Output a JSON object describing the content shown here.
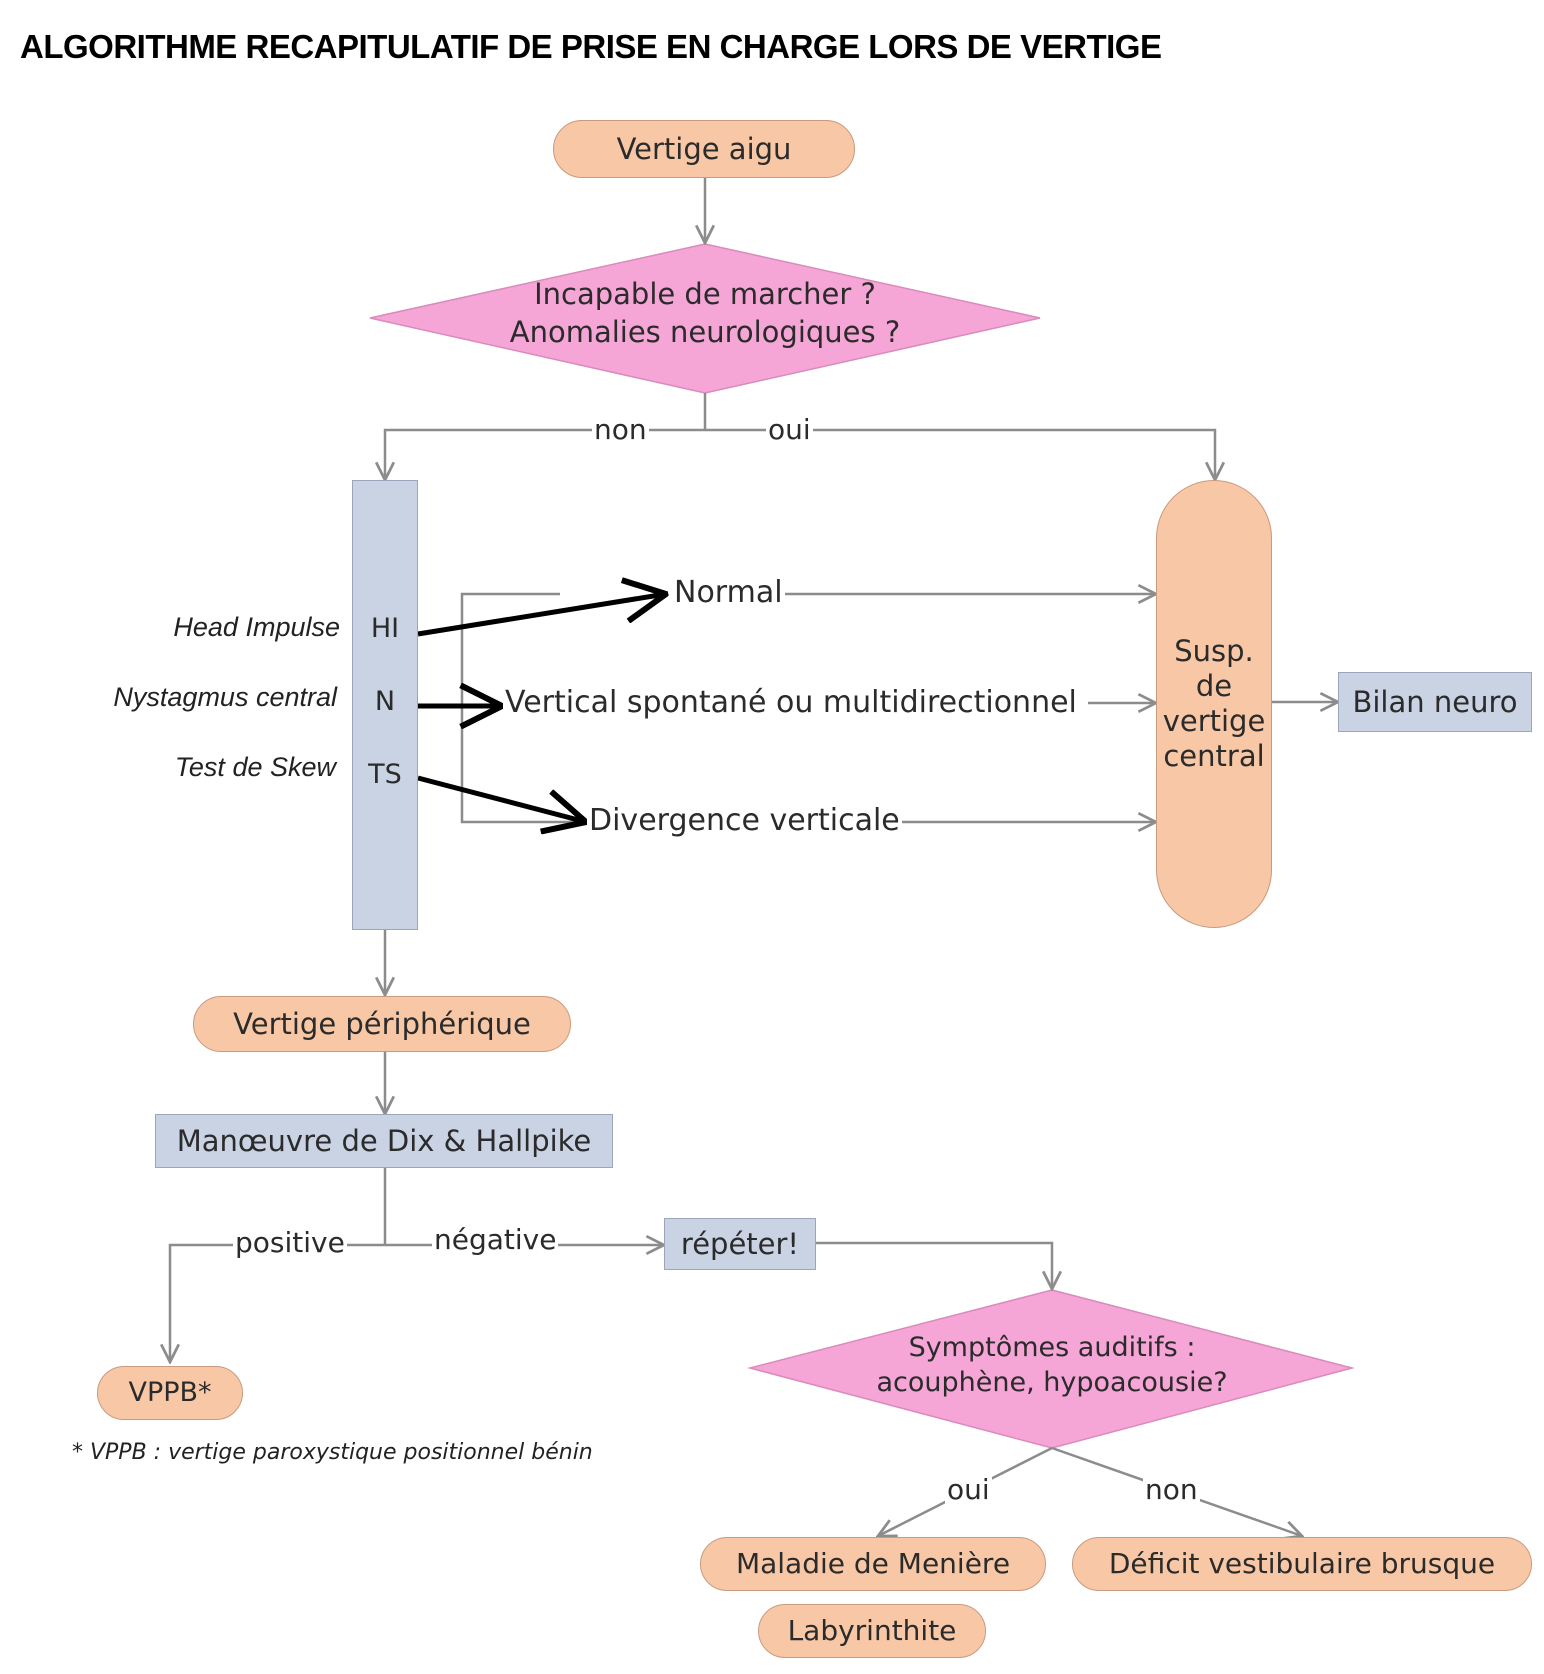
{
  "title": "ALGORITHME RECAPITULATIF DE PRISE EN CHARGE LORS DE VERTIGE",
  "nodes": {
    "start": "Vertige aigu",
    "q1_line1": "Incapable de marcher ?",
    "q1_line2": "Anomalies neurologiques ?",
    "hints": {
      "hi": "HI",
      "n": "N",
      "ts": "TS"
    },
    "central": "Susp. de vertige central",
    "bilan": "Bilan neuro",
    "peripheral": "Vertige périphérique",
    "dix": "Manœuvre de Dix & Hallpike",
    "repeat": "répéter!",
    "vppb": "VPPB*",
    "q2_line1": "Symptômes auditifs :",
    "q2_line2": "acouphène, hypoacousie?",
    "meniere": "Maladie de Menière",
    "labyrinthite": "Labyrinthite",
    "deficit": "Déficit vestibulaire brusque"
  },
  "findings": {
    "normal": "Normal",
    "vertical": "Vertical spontané ou multidirectionnel",
    "divergence": "Divergence verticale"
  },
  "side_labels": {
    "hi": "Head Impulse",
    "n": "Nystagmus central",
    "ts": "Test de Skew"
  },
  "edge_labels": {
    "non_1": "non",
    "oui_1": "oui",
    "positive": "positive",
    "negative": "négative",
    "oui_2": "oui",
    "non_2": "non"
  },
  "footnote": "* VPPB : vertige paroxystique positionnel bénin",
  "colors": {
    "pill_fill": "#f8c8a6",
    "rect_fill": "#c9d3e4",
    "diamond_fill": "#f5a6d6",
    "connector": "#8c8c8c",
    "bold_arrow": "#000000"
  }
}
